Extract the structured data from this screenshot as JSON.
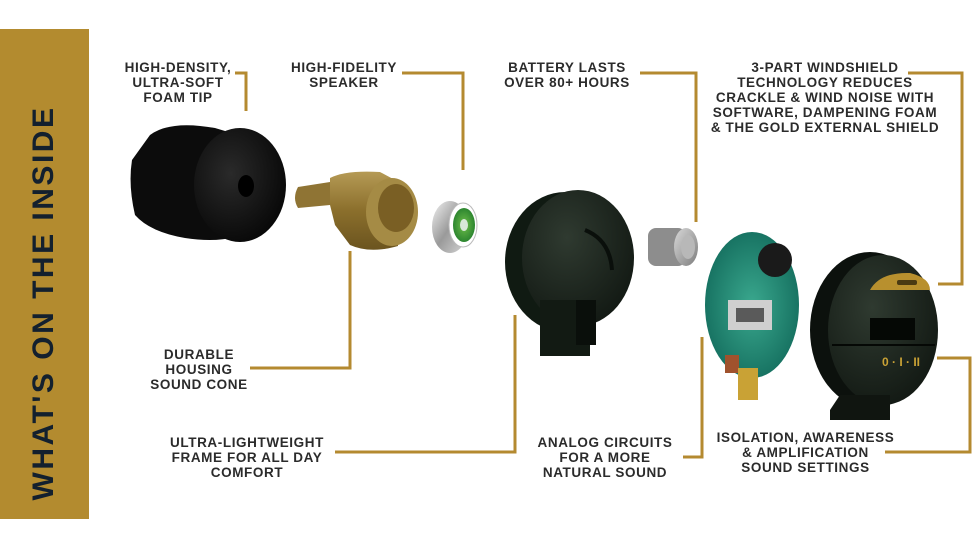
{
  "banner": {
    "title": "WHAT'S ON THE INSIDE",
    "color": "#b38b2f",
    "text_color": "#13202e"
  },
  "accent_line_color": "#b48a30",
  "components": [
    {
      "id": "foam-tip",
      "lines": [
        "HIGH-DENSITY,",
        "ULTRA-SOFT",
        "FOAM TIP"
      ]
    },
    {
      "id": "speaker",
      "lines": [
        "HIGH-FIDELITY",
        "SPEAKER"
      ]
    },
    {
      "id": "battery",
      "lines": [
        "BATTERY LASTS",
        "OVER 80+ HOURS"
      ]
    },
    {
      "id": "windshield",
      "lines": [
        "3-PART WINDSHIELD",
        "TECHNOLOGY REDUCES",
        "CRACKLE & WIND NOISE WITH",
        "SOFTWARE, DAMPENING FOAM",
        "& THE GOLD EXTERNAL SHIELD"
      ]
    },
    {
      "id": "housing",
      "lines": [
        "DURABLE",
        "HOUSING",
        "SOUND CONE"
      ]
    },
    {
      "id": "frame",
      "lines": [
        "ULTRA-LIGHTWEIGHT",
        "FRAME FOR ALL DAY",
        "COMFORT"
      ]
    },
    {
      "id": "circuits",
      "lines": [
        "ANALOG CIRCUITS",
        "FOR A MORE",
        "NATURAL SOUND"
      ]
    },
    {
      "id": "settings",
      "lines": [
        "ISOLATION, AWARENESS",
        "& AMPLIFICATION",
        "SOUND SETTINGS"
      ]
    }
  ],
  "switch_markings": "0 · I · II"
}
